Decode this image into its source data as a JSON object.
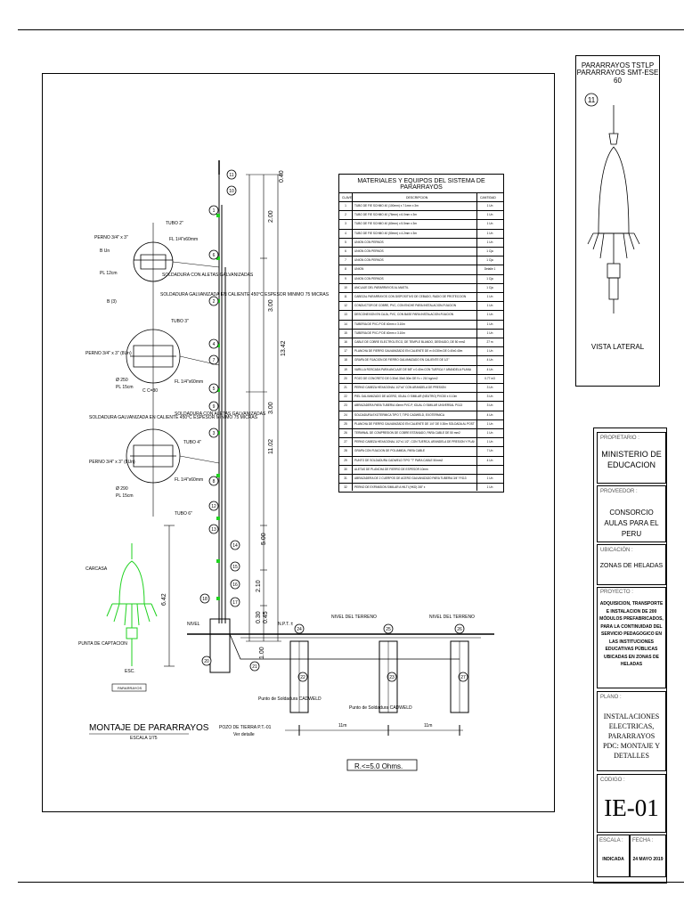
{
  "sheet": {
    "title_lightning_rod": "MONTAJE DE PARARRAYOS",
    "scale_lightning_rod": "ESCALA 1/75",
    "ground_well_note": "POZO DE TIERRA P.T.-01",
    "ground_well_sub": "Ver detalle",
    "resistance_note": "R.<=5.0 Ohms.",
    "ground_level_1": "NIVEL DEL TERRENO",
    "ground_level_2": "NIVEL DEL TERRENO",
    "weld_point_1": "Punto de Soldadura CADWELD",
    "weld_point_2": "Punto de Soldadura CADWELD",
    "span_1": "11m",
    "span_2": "11m",
    "npt_label": "N.P.T. ±",
    "dim_labels": [
      "0.40",
      "2.00",
      "3.00",
      "13.42",
      "3.00",
      "11.02",
      "5.00",
      "2.10",
      "6.42",
      "0.30",
      "0.45",
      "1.00"
    ],
    "height_dim": "6.42",
    "detail_labels": {
      "tubo_2": "TUBO 2\"",
      "perno_1": "PERNO 3/4\" x 3\"",
      "perno_1b": "B Un",
      "fl_1": "FL 1/4\"x60mm",
      "pl_1": "PL 12cm",
      "soldadura_aletas_1": "SOLDADURA CON ALETAS GALVANIZADAS",
      "soldadura_galv_1": "SOLDADURA GALVANIZADA EN CALIENTE 450°C ESPESOR MINIMO 75 MICRAS",
      "b_2": "B (3)",
      "tubo_3": "TUBO 3\"",
      "perno_2": "PERNO 3/4\" x 3\" (8Un)",
      "fl_2": "FL 1/4\"x60mm",
      "pl_2a": "Ø 250",
      "pl_2b": "PL 15cm",
      "c_2": "C C=30",
      "soldadura_galv_2": "SOLDADURA GALVANIZADA EN CALIENTE 450°C ESPESOR MINIMO 75 MICRAS",
      "soldadura_aletas_2": "SOLDADURA CON ALETAS GALVANIZADAS",
      "tubo_4": "TUBO 4\"",
      "perno_3": "PERNO 3/4\" x 3\" (8Un)",
      "fl_3": "FL 1/4\"x60mm",
      "pl_3a": "Ø 290",
      "pl_3b": "PL 15cm",
      "tubo_6": "TUBO 6\"",
      "carcasa": "CARCASA",
      "punta": "PUNTA DE CAPTACION",
      "esc": "ESC.",
      "plinth_tag": "PARARRAYOS",
      "nivel_label": "NIVEL",
      "ground_dim": "1.00"
    }
  },
  "materials": {
    "title": "MATERIALES Y EQUIPOS DEL SISTEMA DE PARARRAYOS",
    "col_item": "CLAVE",
    "col_desc": "DESCRIPCION",
    "col_qty": "CANTIDAD",
    "rows": [
      {
        "n": "1",
        "desc": "TUBO DE FIE SCHMO 40 (100mm) x 7.1mm x 3m",
        "qty": "1 Un"
      },
      {
        "n": "2",
        "desc": "TUBO DE FIE SCHMO 40 (76mm) x 6.0mm x 3m",
        "qty": "1 Un"
      },
      {
        "n": "3",
        "desc": "TUBO DE FIE SCHMO 40 (60mm) x 5.5mm x 3m",
        "qty": "1 Un"
      },
      {
        "n": "4",
        "desc": "TUBO DE FIE SCHMO 40 (50mm) x 4.2mm x 3m",
        "qty": "1 Un"
      },
      {
        "n": "5",
        "desc": "UNION CON PERNOS",
        "qty": "1 Un"
      },
      {
        "n": "6",
        "desc": "UNION CON PERNOS",
        "qty": "1 Cja"
      },
      {
        "n": "7",
        "desc": "UNION CON PERNOS",
        "qty": "1 Cja"
      },
      {
        "n": "8",
        "desc": "UNION",
        "qty": "Detalle 1"
      },
      {
        "n": "9",
        "desc": "UNION CON PERNOS",
        "qty": "1 Cja"
      },
      {
        "n": "10",
        "desc": "ANCLAJE DEL PARARRAYOS AL MASTIL",
        "qty": "1 Cja"
      },
      {
        "n": "11",
        "desc": "CABEZAL PARARRAYOS CON DISPOSITIVO DE CEBADO, RADIO DE PROTECCION",
        "qty": "1 Un"
      },
      {
        "n": "12",
        "desc": "CONDUCTOR DE COBRE, PVC, CON ENCHE PARA INSTALACION-FIJACION",
        "qty": "1 Un"
      },
      {
        "n": "13",
        "desc": "DESCONEXION EN CAJA, PVC, CON BASE PARA INSTALACION-FIJACION",
        "qty": "1 Un"
      },
      {
        "n": "14",
        "desc": "TUBERIA DE PVC-P DE 40mm x 3.10m",
        "qty": "1 Un"
      },
      {
        "n": "15",
        "desc": "TUBERIA DE PVC-P DE 40mm x 3.10m",
        "qty": "1 Un"
      },
      {
        "n": "16",
        "desc": "CABLE DE COBRE ELECTROLITICO, DE TEMPLE BLANDO, DESNUDO, DE 50 mm2",
        "qty": "27 m"
      },
      {
        "n": "17",
        "desc": "PLANCHA DE FIERRO GALVANIZADO EN CALIENTE DE e=0.030m DE 0.40x0.40m",
        "qty": "1 Un"
      },
      {
        "n": "18",
        "desc": "GRAPA DE FIJACION DE FIERRO GALVANIZADO EN CALIENTE DE 1/2\"",
        "qty": "4 Un"
      },
      {
        "n": "19",
        "desc": "VARILLA ROSCADA PARA ANCLAJE DE 5/8\" x 0.40m CON TUERCA Y ARANDELA PLANA",
        "qty": "4 Un"
      },
      {
        "n": "20",
        "desc": "POZO DE CONCRETO DE 0.30x0.30x0.30m DE f'c = 210 kg/cm2",
        "qty": "0.77 m3"
      },
      {
        "n": "21",
        "desc": "PERNO CABEZA HEXAGONAL 1/2\"x4\" CON ARANDELA DE PRESION",
        "qty": "3 Un"
      },
      {
        "n": "22",
        "desc": "PIEL GALVANIZADO DE ACERO, IGUAL O SIMILAR (NEUTRO) PVC50 x 0.10m",
        "qty": "3 Un"
      },
      {
        "n": "23",
        "desc": "ABRAZADERA PARA TUBERIA 40mm PVC-P, IGUAL O SIMILAR UNIVERSAL P/113",
        "qty": "3 Un"
      },
      {
        "n": "24",
        "desc": "SOLDADURA EXOTERMICA TIPO T, TIPO CADWELD, EXOTERMICA",
        "qty": "4 Un"
      },
      {
        "n": "25",
        "desc": "PLANCHA DE FIERRO GALVANIZADO EN CALIENTE DE 1/4\" DE 0.30m SOLDADA AL POSTE",
        "qty": "1 Un"
      },
      {
        "n": "26",
        "desc": "TERMINAL DE COMPRESION DE COBRE ESTANADO, PARA CABLE DE 50 mm2",
        "qty": "1 Un"
      },
      {
        "n": "27",
        "desc": "PERNO CABEZA HEXAGONAL 1/2\"x1 1/2\", CON TUERCA, ARANDELA DE PRESION Y PLANA",
        "qty": "1 Un"
      },
      {
        "n": "28",
        "desc": "GRAPA CON FIJACION DE POLIAMIDA, PARA CABLE",
        "qty": "7 Un"
      },
      {
        "n": "29",
        "desc": "PUNTO DE SOLDADURA CADWELD TIPO \"T\" PARA CABLE 50mm2",
        "qty": "4 Un"
      },
      {
        "n": "30",
        "desc": "ALETAS DE PLANCHA DE FIERRO DE ESPESOR 10mm",
        "qty": ""
      },
      {
        "n": "31",
        "desc": "ABRAZADERA DE 2 CUERPOS DE ACERO GALVANIZADO PARA TUBERIA 3/4\" P/113",
        "qty": "1 Un"
      },
      {
        "n": "32",
        "desc": "PERNO DE EXPANSION SIMILAR A HILTI (HKD) 3/8\" x",
        "qty": "1 Un"
      }
    ]
  },
  "detail_view": {
    "title_1": "PARARRAYOS TSTLP",
    "title_2": "PARARRAYOS SMT-ESE 60",
    "marker": "11",
    "caption": "VISTA LATERAL"
  },
  "title_block": {
    "owner_label": "PROPIETARIO :",
    "owner_value": "MINISTERIO DE EDUCACION",
    "provider_label": "PROVEEDOR :",
    "provider_value": "CONSORCIO AULAS PARA EL PERU",
    "location_label": "UBICACIÓN :",
    "location_value": "ZONAS DE HELADAS",
    "project_label": "PROYECTO :",
    "project_value": "ADQUISICION, TRANSPORTE E INSTALACION DE 200 MÓDULOS PREFABRICADOS, PARA LA CONTINUIDAD DEL SERVICIO PEDAGOGICO EN LAS INSTITUCIONES EDUCATIVAS PÚBLICAS UBICADAS EN ZONAS DE HELADAS",
    "plan_label": "PLANO :",
    "plan_value": "INSTALACIONES ELECTRICAS, PARARRAYOS PDC: MONTAJE Y DETALLES",
    "code_label": "CODIGO :",
    "code_value": "IE-01",
    "scale_label": "ESCALA :",
    "scale_value": "INDICADA",
    "date_label": "FECHA :",
    "date_value": "24 MAYO 2019"
  },
  "colors": {
    "line": "#000000",
    "accent_green": "#1fd21f",
    "paper": "#ffffff",
    "label_grey": "#555555"
  }
}
